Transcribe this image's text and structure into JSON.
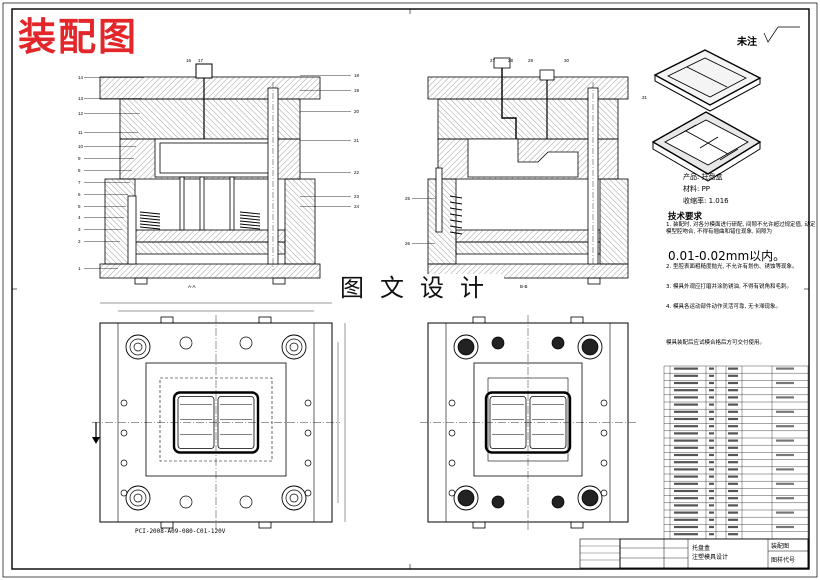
{
  "title_block": {
    "red_title": "装配图",
    "watermark": "图文设计",
    "note_label": "未注",
    "product_name": "产品: 托盘盒",
    "material": "材料: PP",
    "shrinkage": "收缩率: 1.016",
    "project_line1": "托盘盒",
    "project_line2": "注塑模具设计",
    "drawing_name": "装配图",
    "drawing_code": "图样代号"
  },
  "tech_requirements": {
    "heading": "技术要求",
    "items": [
      "1. 装配时, 对各分模面进行研配, 间隙不允许超过规定值, 动定模型腔吻合, 不得有翘曲和错位现象, 间隙为",
      "2. 型腔表面粗糙度抛光, 不允许有划伤、锈蚀等现象。",
      "3. 模具外观应打磨并涂防锈油, 不得有锐角和毛刺。",
      "4. 模具各运动部件动作灵活可靠, 无卡滞现象。"
    ],
    "tolerance": "0.01-0.02mm以内。",
    "footer": "模具装配后应试模合格后方可交付使用。"
  },
  "dimension_code": "PCI-2008-A09-080-C01-120V",
  "part_numbers_left": [
    "1",
    "2",
    "3",
    "4",
    "5",
    "6",
    "7",
    "8",
    "9",
    "10",
    "11",
    "12",
    "13",
    "14",
    "16",
    "17",
    "18",
    "19",
    "20",
    "21",
    "22",
    "23",
    "24"
  ],
  "part_numbers_right": [
    "25",
    "26",
    "27",
    "28",
    "29",
    "30",
    "31"
  ],
  "section_labels": [
    "A-A",
    "B-B"
  ]
}
